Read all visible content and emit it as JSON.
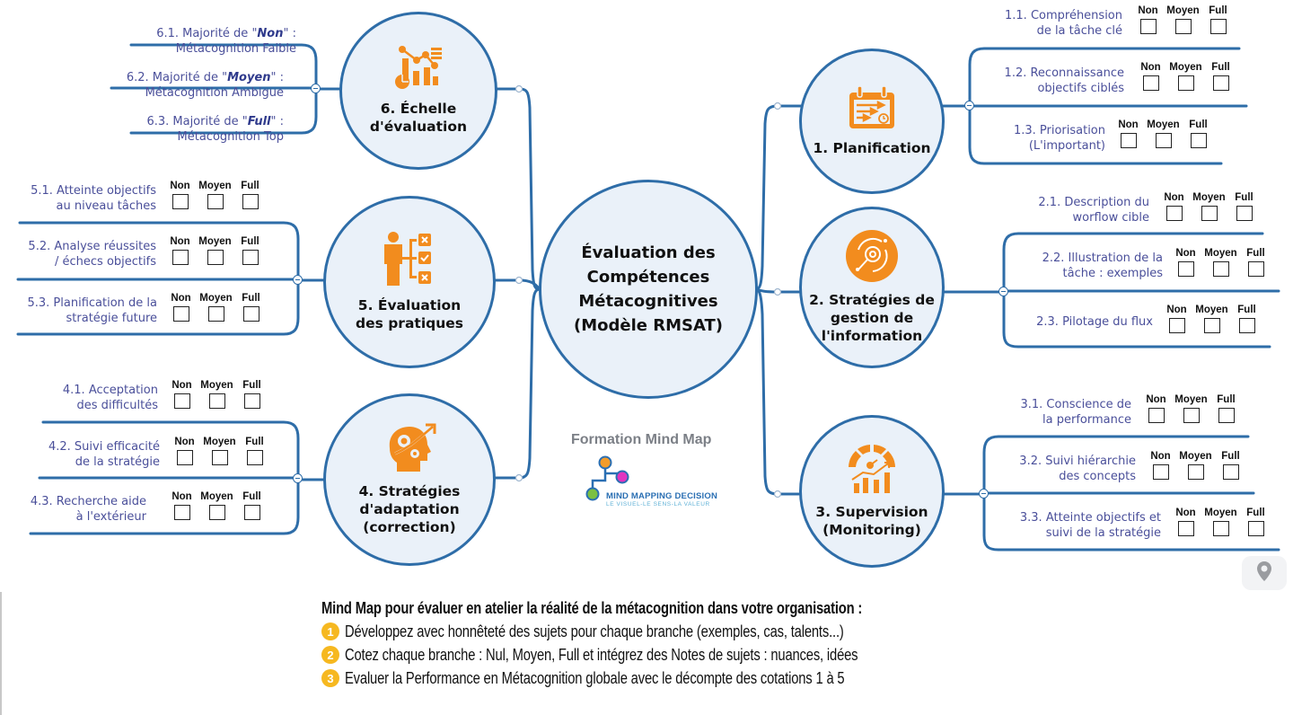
{
  "center": {
    "label": "Évaluation des\nCompétences\nMétacognitives\n(Modèle RMSAT)"
  },
  "rating_labels": [
    "Non",
    "Moyen",
    "Full"
  ],
  "branches": [
    {
      "id": "1",
      "label": "1. Planification",
      "icon": "calendar-schedule-icon",
      "items": [
        {
          "text": "1.1.  Compréhension\nde la tâche clé"
        },
        {
          "text": "1.2.  Reconnaissance\nobjectifs ciblés"
        },
        {
          "text": "1.3.   Priorisation\n(L'important)"
        }
      ]
    },
    {
      "id": "2",
      "label": "2.  Stratégies de\ngestion de\nl'information",
      "icon": "target-radar-icon",
      "items": [
        {
          "text": "2.1.  Description du\nworflow cible"
        },
        {
          "text": "2.2.  Illustration de la\ntâche : exemples"
        },
        {
          "text": "2.3. Pilotage du flux"
        }
      ]
    },
    {
      "id": "3",
      "label": "3.  Supervision\n(Monitoring)",
      "icon": "gauge-chart-icon",
      "items": [
        {
          "text": "3.1.  Conscience de\nla performance"
        },
        {
          "text": "3.2.  Suivi hiérarchie\ndes concepts"
        },
        {
          "text": "3.3.  Atteinte objectifs et\nsuivi de la stratégie"
        }
      ]
    },
    {
      "id": "4",
      "label": "4.    Stratégies\nd'adaptation\n(correction)",
      "icon": "head-gears-growth-icon",
      "items": [
        {
          "text": "4.1.   Acceptation\ndes difficultés"
        },
        {
          "text": "4.2.  Suivi efficacité\nde la stratégie"
        },
        {
          "text": "4.3.  Recherche aide\nà l'extérieur"
        }
      ]
    },
    {
      "id": "5",
      "label": "5.    Évaluation\ndes pratiques",
      "icon": "person-checklist-icon",
      "items": [
        {
          "text": "5.1.  Atteinte objectifs\nau niveau tâches"
        },
        {
          "text": "5.2.  Analyse réussites\n/ échecs objectifs"
        },
        {
          "text": "5.3.  Planification de la\nstratégie future"
        }
      ]
    },
    {
      "id": "6",
      "label": "6.      Échelle\nd'évaluation",
      "icon": "analytics-chart-icon",
      "items": [
        {
          "prefix": "6.1.  Majorité de \"",
          "emph": "Non",
          "suffix": "\" :",
          "line2": "Métacognition Faible"
        },
        {
          "prefix": "6.2.  Majorité de \"",
          "emph": "Moyen",
          "suffix": "\" :",
          "line2": "Métacognition Ambigue"
        },
        {
          "prefix": "6.3.  Majorité de \"",
          "emph": "Full",
          "suffix": "\" :",
          "line2": "Métacognition Top"
        }
      ]
    }
  ],
  "brand": {
    "title": "Formation Mind Map",
    "name": "MIND MAPPING DECISION",
    "tagline": "LE VISUEL-LE SENS-LA VALEUR"
  },
  "footer": {
    "title": "Mind Map pour évaluer en atelier la réalité de la métacognition dans votre organisation :",
    "steps": [
      {
        "num": "1",
        "text": "Développez avec honnêteté des sujets pour chaque branche (exemples, cas, talents...)"
      },
      {
        "num": "2",
        "text": "Cotez chaque branche : Nul, Moyen, Full et intégrez des Notes de sujets : nuances, idées"
      },
      {
        "num": "3",
        "text": "Evaluer la Performance en Métacognition globale avec le décompte des cotations 1 à 5"
      }
    ]
  },
  "colors": {
    "line": "#2e6da8",
    "node_fill": "#eaf1f9",
    "icon_orange": "#f28c1e",
    "item_text": "#4a4f9a",
    "step_badge": "#f6b820"
  },
  "map_pin": {
    "icon": "map-pin-icon"
  }
}
